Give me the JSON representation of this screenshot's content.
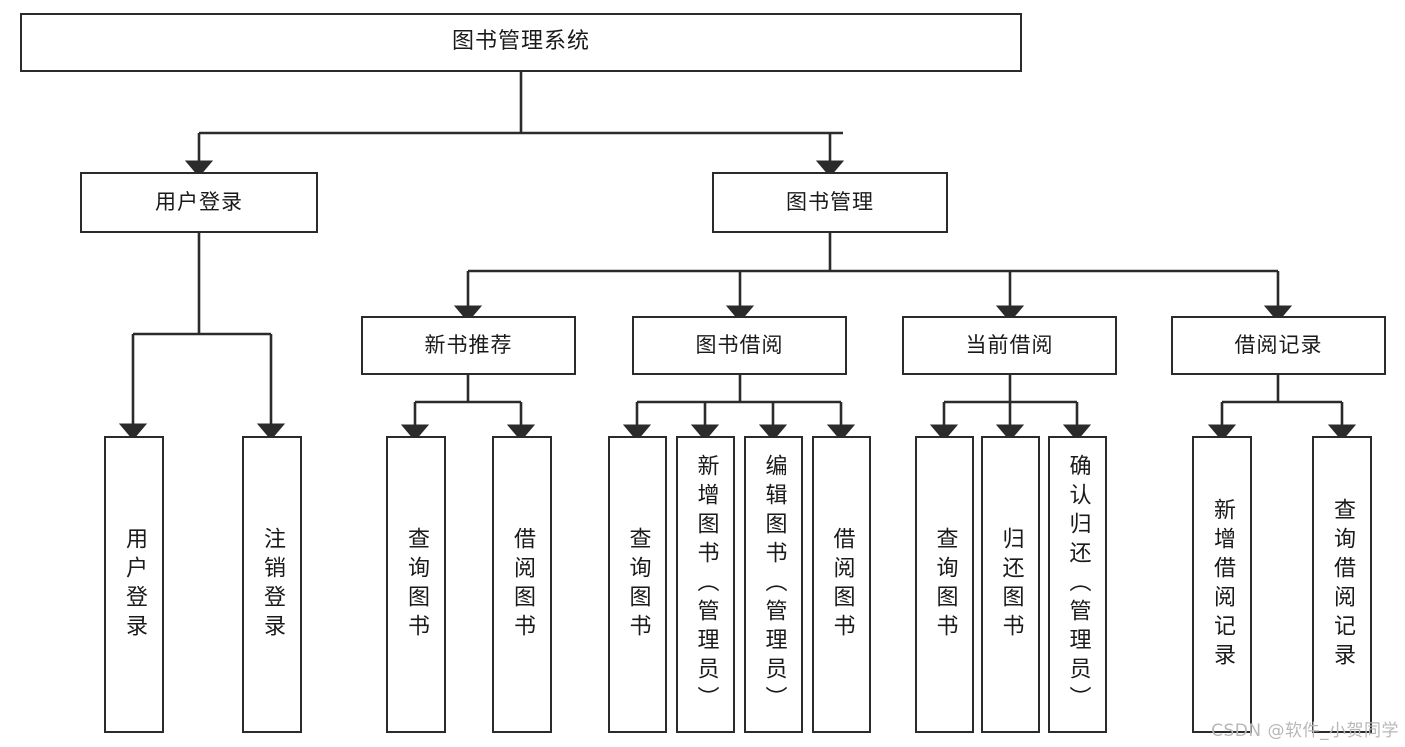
{
  "diagram": {
    "title": "图书管理系统",
    "watermark": "CSDN @软件_小贺同学",
    "style": {
      "box_border_color": "#2b2b2b",
      "box_fill_color": "#ffffff",
      "edge_color": "#2b2b2b",
      "text_color": "#1a1a1a",
      "background": "#ffffff"
    },
    "levels": {
      "level1": [
        {
          "id": "root",
          "label": "图书管理系统"
        }
      ],
      "level2": [
        {
          "id": "user-login",
          "label": "用户登录"
        },
        {
          "id": "book-manage",
          "label": "图书管理"
        }
      ],
      "level3": [
        {
          "id": "new-book-rec",
          "label": "新书推荐",
          "parent": "book-manage"
        },
        {
          "id": "book-borrow",
          "label": "图书借阅",
          "parent": "book-manage"
        },
        {
          "id": "current-borrow",
          "label": "当前借阅",
          "parent": "book-manage"
        },
        {
          "id": "borrow-record",
          "label": "借阅记录",
          "parent": "book-manage"
        }
      ],
      "level4": [
        {
          "id": "leaf-user-login",
          "label": "用户登录",
          "parent": "user-login"
        },
        {
          "id": "leaf-user-logout",
          "label": "注销登录",
          "parent": "user-login"
        },
        {
          "id": "leaf-query-book-1",
          "label": "查询图书",
          "parent": "new-book-rec"
        },
        {
          "id": "leaf-borrow-book-1",
          "label": "借阅图书",
          "parent": "new-book-rec"
        },
        {
          "id": "leaf-query-book-2",
          "label": "查询图书",
          "parent": "book-borrow"
        },
        {
          "id": "leaf-add-book",
          "label": "新增图书（管理员）",
          "parent": "book-borrow"
        },
        {
          "id": "leaf-edit-book",
          "label": "编辑图书（管理员）",
          "parent": "book-borrow"
        },
        {
          "id": "leaf-borrow-book-2",
          "label": "借阅图书",
          "parent": "book-borrow"
        },
        {
          "id": "leaf-query-book-3",
          "label": "查询图书",
          "parent": "current-borrow"
        },
        {
          "id": "leaf-return-book",
          "label": "归还图书",
          "parent": "current-borrow"
        },
        {
          "id": "leaf-confirm-return",
          "label": "确认归还（管理员）",
          "parent": "current-borrow"
        },
        {
          "id": "leaf-add-record",
          "label": "新增借阅记录",
          "parent": "borrow-record"
        },
        {
          "id": "leaf-query-record",
          "label": "查询借阅记录",
          "parent": "borrow-record"
        }
      ]
    }
  }
}
